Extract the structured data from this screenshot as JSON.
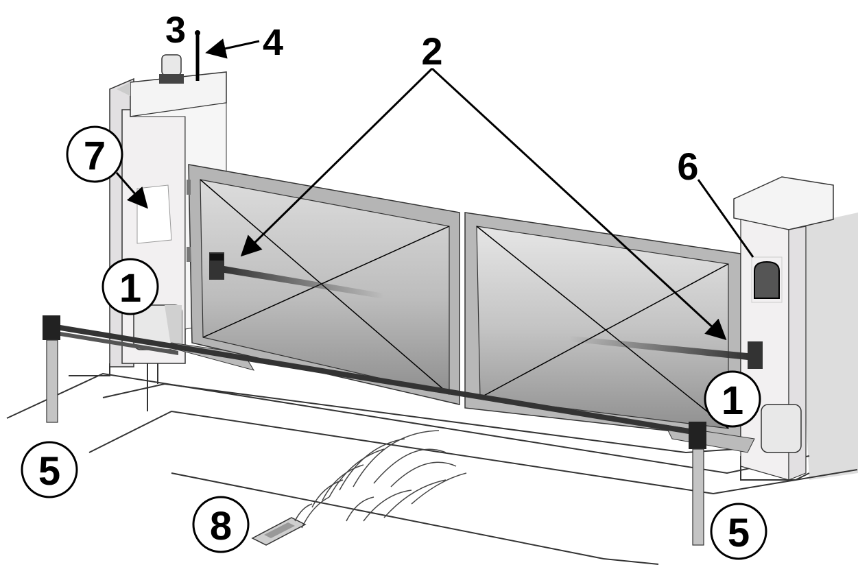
{
  "callouts": [
    {
      "id": "c1a",
      "text": "1",
      "circled": true
    },
    {
      "id": "c1b",
      "text": "1",
      "circled": true
    },
    {
      "id": "c2",
      "text": "2",
      "circled": false
    },
    {
      "id": "c3",
      "text": "3",
      "circled": false
    },
    {
      "id": "c4",
      "text": "4",
      "circled": false
    },
    {
      "id": "c5a",
      "text": "5",
      "circled": true
    },
    {
      "id": "c5b",
      "text": "5",
      "circled": true
    },
    {
      "id": "c6",
      "text": "6",
      "circled": true
    },
    {
      "id": "c7",
      "text": "7",
      "circled": false
    },
    {
      "id": "c8",
      "text": "8",
      "circled": true
    }
  ],
  "colors": {
    "pillar": "#f2f0f1",
    "pillar_shade": "#e2e0e2",
    "gate_frame": "#b9b9b9",
    "gate_panel_light": "#d6d6d6",
    "gate_panel_dark": "#9c9c9c",
    "ink": "#000000",
    "shadow": "#dcdcdc"
  }
}
